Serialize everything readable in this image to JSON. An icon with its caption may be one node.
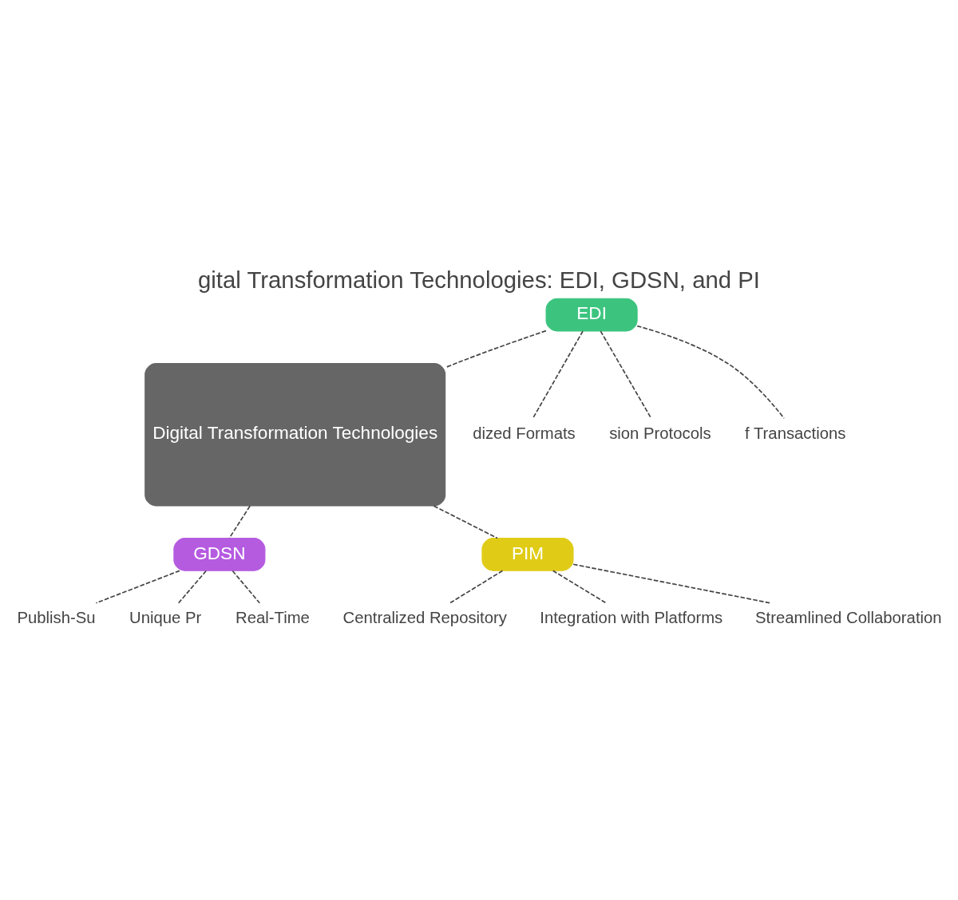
{
  "diagram": {
    "title": "gital Transformation Technologies: EDI, GDSN, and PI",
    "nodes": [
      {
        "text": [
          "Digital Transformation Technologies"
        ]
      },
      {
        "text": [
          "EDI"
        ]
      },
      {
        "text": [
          "GDSN"
        ]
      },
      {
        "text": [
          "PIM"
        ]
      },
      {
        "text": [
          "dized Formats"
        ]
      },
      {
        "text": [
          "sion Protocols"
        ]
      },
      {
        "text": [
          "f Transactions"
        ]
      },
      {
        "text": [
          "Publish-Su"
        ]
      },
      {
        "text": [
          "Unique Pr"
        ]
      },
      {
        "text": [
          "Real-Time"
        ]
      },
      {
        "text": [
          "Centralized Repository"
        ]
      },
      {
        "text": [
          "Integration with Platforms"
        ]
      },
      {
        "text": [
          "Streamlined Collaboration"
        ]
      }
    ],
    "edges": [
      {
        "from": 1,
        "to": 0,
        "arrow": "none",
        "style": "dashed"
      },
      {
        "from": 0,
        "to": 2,
        "arrow": "none",
        "style": "dashed"
      },
      {
        "from": 0,
        "to": 3,
        "arrow": "none",
        "style": "dashed"
      },
      {
        "from": 1,
        "to": 4,
        "arrow": "none",
        "style": "dashed"
      },
      {
        "from": 1,
        "to": 5,
        "arrow": "none",
        "style": "dashed"
      },
      {
        "from": 1,
        "to": 6,
        "arrow": "none",
        "style": "dashed"
      },
      {
        "from": 2,
        "to": 7,
        "arrow": "none",
        "style": "dashed"
      },
      {
        "from": 2,
        "to": 8,
        "arrow": "none",
        "style": "dashed"
      },
      {
        "from": 2,
        "to": 9,
        "arrow": "none",
        "style": "dashed"
      },
      {
        "from": 3,
        "to": 10,
        "arrow": "none",
        "style": "dashed"
      },
      {
        "from": 3,
        "to": 11,
        "arrow": "none",
        "style": "dashed"
      },
      {
        "from": 3,
        "to": 12,
        "arrow": "none",
        "style": "dashed"
      }
    ]
  }
}
